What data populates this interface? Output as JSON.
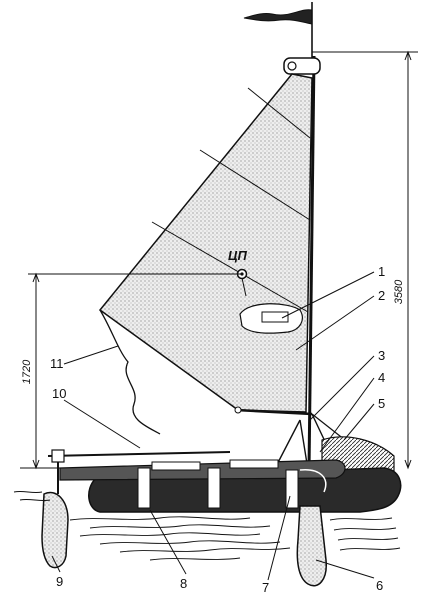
{
  "diagram": {
    "center_label": "ЦП",
    "dimensions": {
      "mast_height": "3580",
      "ce_height": "1720"
    },
    "callouts": [
      "1",
      "2",
      "3",
      "4",
      "5",
      "6",
      "7",
      "8",
      "9",
      "10",
      "11"
    ]
  },
  "colors": {
    "ink": "#111111",
    "sail_fill": "#e6e6e6",
    "hull_fill": "#2a2a2a"
  }
}
